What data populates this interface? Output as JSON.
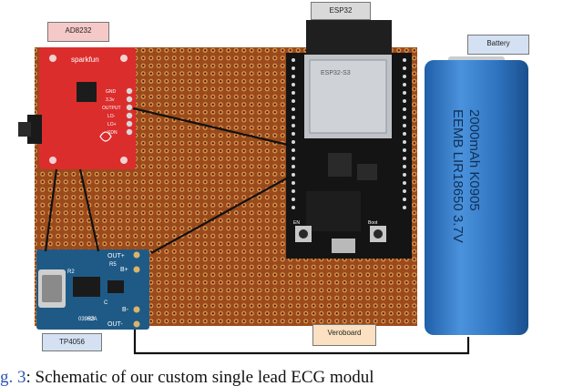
{
  "labels": {
    "ad8232": "AD8232",
    "esp32": "ESP32",
    "battery": "Battery",
    "tp4056": "TP4056",
    "veroboard": "Veroboard"
  },
  "board_text": {
    "ad8232_brand": "sparkfun",
    "ad8232_pins": [
      "GND",
      "3.3v",
      "OUTPUT",
      "LO-",
      "LO+",
      "SDN"
    ],
    "esp32_module": "ESP32-S3",
    "esp32_en": "EN",
    "esp32_boot": "Boot",
    "tp4056_top": [
      "OUT+",
      "B+"
    ],
    "tp4056_bottom": [
      "B-",
      "OUT-"
    ],
    "tp4056_code": "03962A",
    "tp4056_parts": [
      "R2",
      "R5",
      "R3",
      "C"
    ]
  },
  "battery_print": [
    "EEMB LIR18650 3.7V",
    "2000mAh K0905"
  ],
  "caption": {
    "prefix": "g. 3",
    "text": ": Schematic of our custom single lead ECG modul"
  },
  "colors": {
    "veroboard": "#9a4a1c",
    "sparkfun_red": "#dc2d2d",
    "esp32_black": "#141414",
    "tp4056_blue": "#1f5a86",
    "battery_blue": "#2e74c0",
    "label_pink": "#f6c9c9",
    "label_blue": "#d3e1f3",
    "label_orange": "#fbe1c1",
    "caption_accent": "#2f55b5"
  }
}
